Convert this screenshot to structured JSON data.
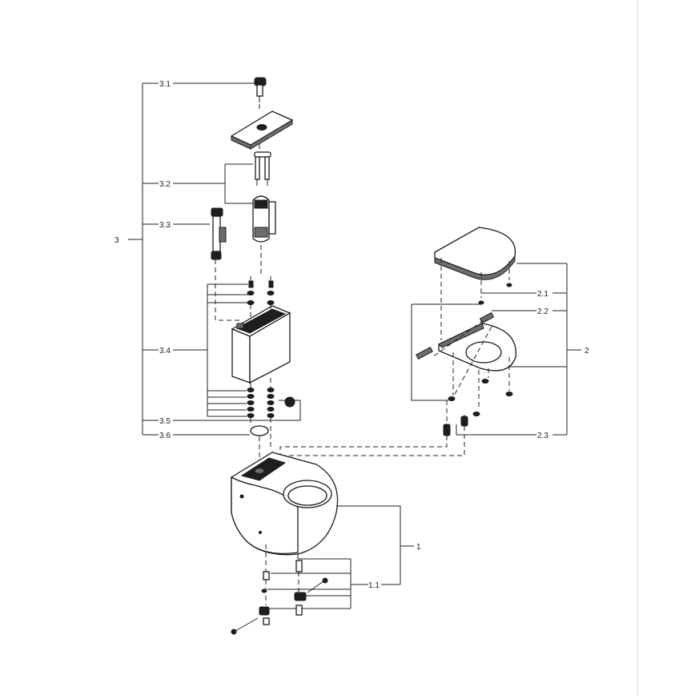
{
  "labels": {
    "l1": "1",
    "l1_1": "1.1",
    "l2": "2",
    "l2_1": "2.1",
    "l2_2": "2.2",
    "l2_3": "2.3",
    "l3": "3",
    "l3_1": "3.1",
    "l3_2": "3.2",
    "l3_3": "3.3",
    "l3_4": "3.4",
    "l3_5": "3.5",
    "l3_6": "3.6"
  },
  "colors": {
    "line": "#222222",
    "part_fill": "#ffffff",
    "part_dark": "#1e1e1e"
  }
}
